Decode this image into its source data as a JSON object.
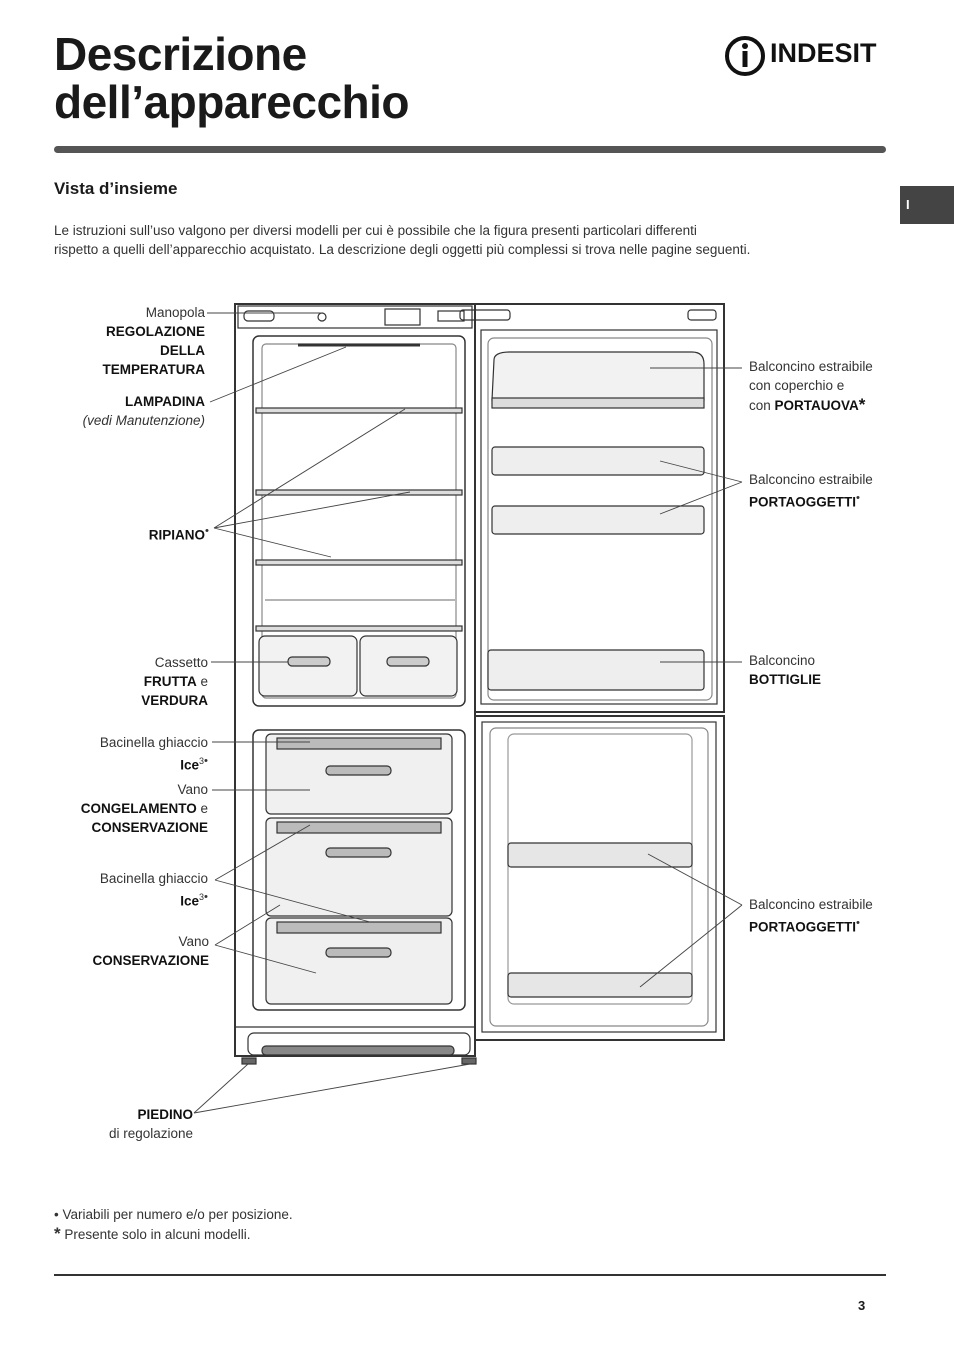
{
  "header": {
    "title_line1": "Descrizione",
    "title_line2": "dell’apparecchio",
    "brand": "INDESIT"
  },
  "lang_tab": "I",
  "section": {
    "title": "Vista d’insieme",
    "intro_line1": "Le istruzioni sull’uso valgono per diversi modelli per cui è possibile che la figura presenti particolari differenti",
    "intro_line2": "rispetto a quelli dell’apparecchio acquistato. La descrizione degli oggetti più complessi si trova nelle pagine seguenti."
  },
  "labels": {
    "manopola": {
      "l1": "Manopola",
      "l2": "REGOLAZIONE",
      "l3": "DELLA",
      "l4": "TEMPERATURA"
    },
    "lampadina": {
      "l1": "LAMPADINA",
      "l2": "(vedi Manutenzione)"
    },
    "ripiano": {
      "l1": "RIPIANO",
      "mark": "•"
    },
    "cassetto": {
      "l1": "Cassetto",
      "l2a": "FRUTTA",
      "l2b": " e",
      "l3": "VERDURA"
    },
    "bacinella1": {
      "l1": "Bacinella ghiaccio",
      "l2": "Ice",
      "sup": "3",
      "mark": "•"
    },
    "vano1": {
      "l1": "Vano",
      "l2a": "CONGELAMENTO",
      "l2b": " e",
      "l3": "CONSERVAZIONE"
    },
    "bacinella2": {
      "l1": "Bacinella ghiaccio",
      "l2": "Ice",
      "sup": "3",
      "mark": "•"
    },
    "vano2": {
      "l1": "Vano",
      "l2": "CONSERVAZIONE"
    },
    "piedino": {
      "l1": "PIEDINO",
      "l2": "di regolazione"
    },
    "balc_uova": {
      "l1": "Balconcino estraibile",
      "l2": "con coperchio e",
      "l3a": "con ",
      "l3b": "PORTAUOVA",
      "mark": "*"
    },
    "balc_ogg1": {
      "l1": "Balconcino estraibile",
      "l2": "PORTAOGGETTI",
      "mark": "•"
    },
    "balc_bott": {
      "l1": "Balconcino",
      "l2": "BOTTIGLIE"
    },
    "balc_ogg2": {
      "l1": "Balconcino estraibile",
      "l2": "PORTAOGGETTI",
      "mark": "•"
    }
  },
  "footnotes": {
    "f1": "• Variabili per numero e/o per posizione.",
    "f2_mark": "*",
    "f2": " Presente solo in alcuni modelli."
  },
  "page_number": "3"
}
